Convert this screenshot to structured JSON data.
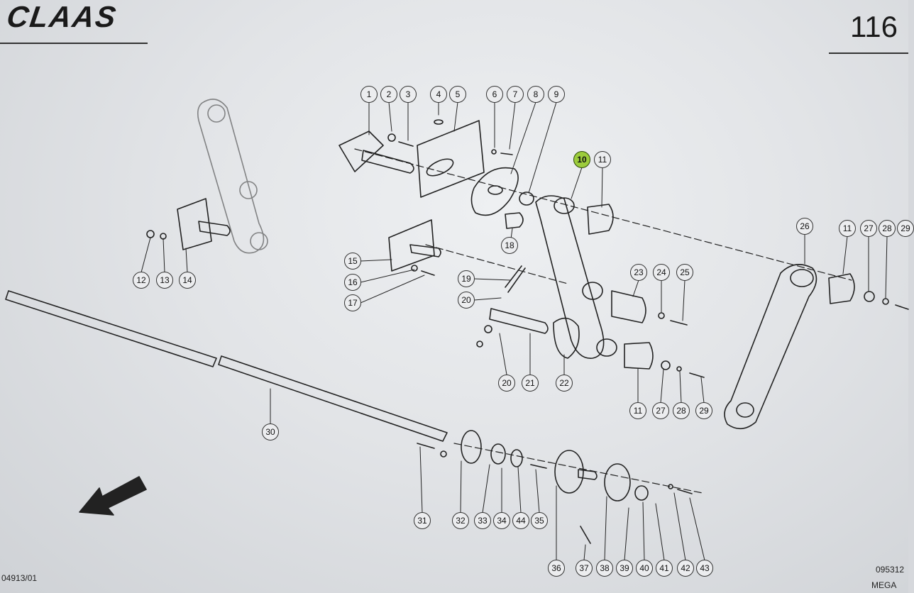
{
  "header": {
    "brand": "CLAAS",
    "page_number": "116"
  },
  "footer": {
    "left_code": "04913/01",
    "right_code_1": "095312",
    "right_code_2": "MEGA"
  },
  "highlight_color": "#9ccc3c",
  "callouts": [
    "1",
    "2",
    "3",
    "4",
    "5",
    "6",
    "7",
    "8",
    "9",
    "10",
    "11",
    "12",
    "13",
    "14",
    "15",
    "16",
    "17",
    "18",
    "19",
    "20",
    "21",
    "20",
    "22",
    "23",
    "24",
    "25",
    "26",
    "11",
    "27",
    "28",
    "29",
    "11",
    "27",
    "28",
    "29",
    "30",
    "31",
    "32",
    "33",
    "34",
    "44",
    "35",
    "36",
    "37",
    "38",
    "39",
    "40",
    "41",
    "42",
    "43"
  ],
  "highlighted_callout": "10",
  "icons": [
    "direction-arrow-icon"
  ]
}
